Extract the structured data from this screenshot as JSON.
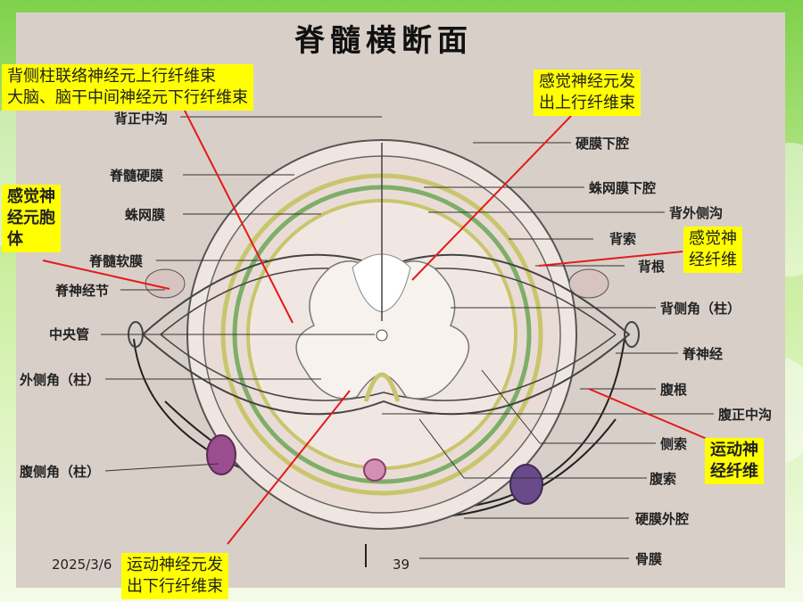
{
  "title": "脊髓横断面",
  "labels_left": {
    "dorsal_median_sulcus": "背正中沟",
    "spinal_dura": "脊髓硬膜",
    "arachnoid": "蛛网膜",
    "spinal_pia": "脊髓软膜",
    "spinal_ganglion": "脊神经节",
    "central_canal": "中央管",
    "lateral_horn": "外侧角（柱）",
    "ventral_horn": "腹侧角（柱）"
  },
  "labels_right": {
    "subdural_space": "硬膜下腔",
    "subarachnoid_space": "蛛网膜下腔",
    "dorsolateral_sulcus": "背外侧沟",
    "dorsal_funiculus": "背索",
    "dorsal_root": "背根",
    "dorsal_horn": "背侧角（柱）",
    "spinal_nerve": "脊神经",
    "ventral_root": "腹根",
    "ventral_median_fissure": "腹正中沟",
    "lateral_funiculus": "侧索",
    "ventral_funiculus": "腹索",
    "epidural_space": "硬膜外腔",
    "periosteum": "骨膜"
  },
  "callouts": {
    "top_left_line1": "背侧柱联络神经元上行纤维束",
    "top_left_line2": "大脑、脑干中间神经元下行纤维束",
    "top_right_line1": "感觉神经元发",
    "top_right_line2": "出上行纤维束",
    "left_line1": "感觉神",
    "left_line2": "经元胞",
    "left_line3": "体",
    "right_line1": "感觉神",
    "right_line2": "经纤维",
    "bottom_right_line1": "运动神",
    "bottom_right_line2": "经纤维",
    "bottom_line1": "运动神经元发",
    "bottom_line2": "出下行纤维束"
  },
  "footer": {
    "date": "2025/3/6",
    "page": "39"
  },
  "colors": {
    "callout_bg": "#ffff00",
    "pointer_line": "#e21b1b",
    "panel": "#d9cfc9",
    "bg_green": "#7fd14b"
  }
}
